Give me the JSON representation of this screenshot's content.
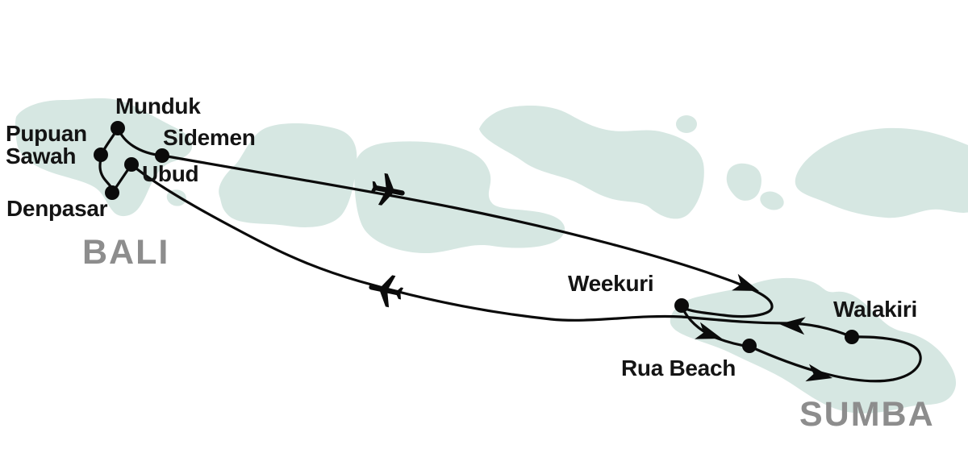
{
  "map": {
    "title": "Bali and Sumba travel itinerary map",
    "background_color": "#ffffff",
    "island_color": "#d6e7e2",
    "route_color": "#0b0b0b",
    "place_label_color": "#141414",
    "region_label_color": "#8d8d8d",
    "regions": [
      {
        "id": "bali",
        "label": "BALI"
      },
      {
        "id": "sumba",
        "label": "SUMBA"
      }
    ],
    "places": [
      {
        "id": "munduk",
        "label": "Munduk"
      },
      {
        "id": "pupuan-sawah",
        "label": "Pupuan\nSawah"
      },
      {
        "id": "sidemen",
        "label": "Sidemen"
      },
      {
        "id": "ubud",
        "label": "Ubud"
      },
      {
        "id": "denpasar",
        "label": "Denpasar"
      },
      {
        "id": "weekuri",
        "label": "Weekuri"
      },
      {
        "id": "walakiri",
        "label": "Walakiri"
      },
      {
        "id": "rua-beach",
        "label": "Rua Beach"
      }
    ],
    "icons": {
      "outbound_flight": "airplane-icon",
      "return_flight": "airplane-icon",
      "route_direction": "arrowhead-icon",
      "place_marker": "dot-icon"
    }
  }
}
